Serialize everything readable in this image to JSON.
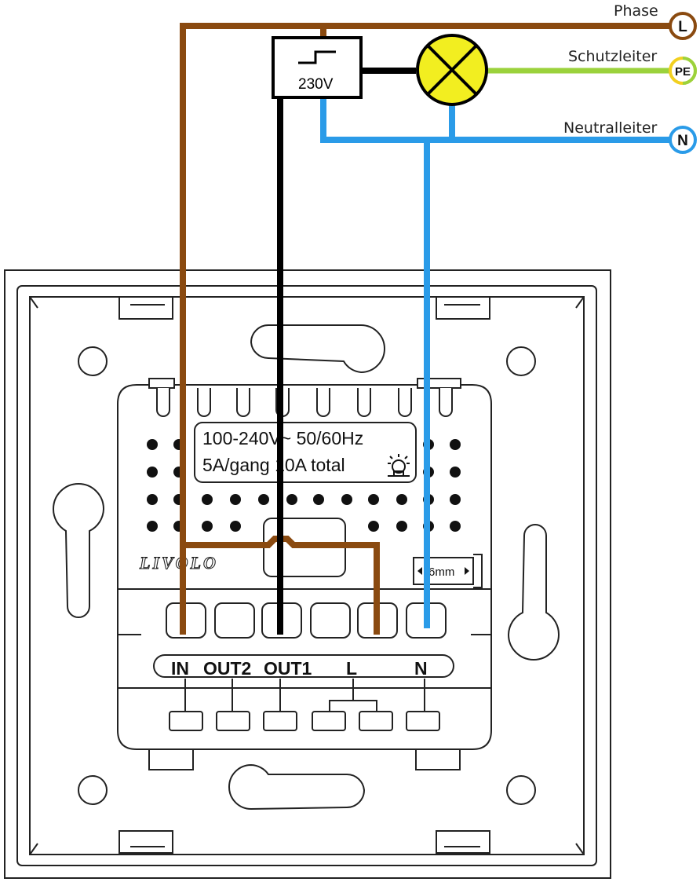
{
  "wires": {
    "phase": {
      "label": "Phase",
      "badge": "L",
      "color": "#8a4a10"
    },
    "ground": {
      "label": "Schutzleiter",
      "badge": "PE",
      "color": "#9bd23c"
    },
    "neutral": {
      "label": "Neutralleiter",
      "badge": "N",
      "color": "#2a9be8"
    },
    "switched": {
      "color": "#000000"
    }
  },
  "transformer": {
    "label": "230V"
  },
  "lamp": {
    "color": "#f2ee20"
  },
  "module": {
    "spec_line1": "100-240V~ 50/60Hz",
    "spec_line2": "5A/gang 10A total",
    "brand": "LIVOLO",
    "strip_length": "6mm",
    "terminals": [
      "IN",
      "OUT2",
      "OUT1",
      "L",
      "N"
    ]
  }
}
